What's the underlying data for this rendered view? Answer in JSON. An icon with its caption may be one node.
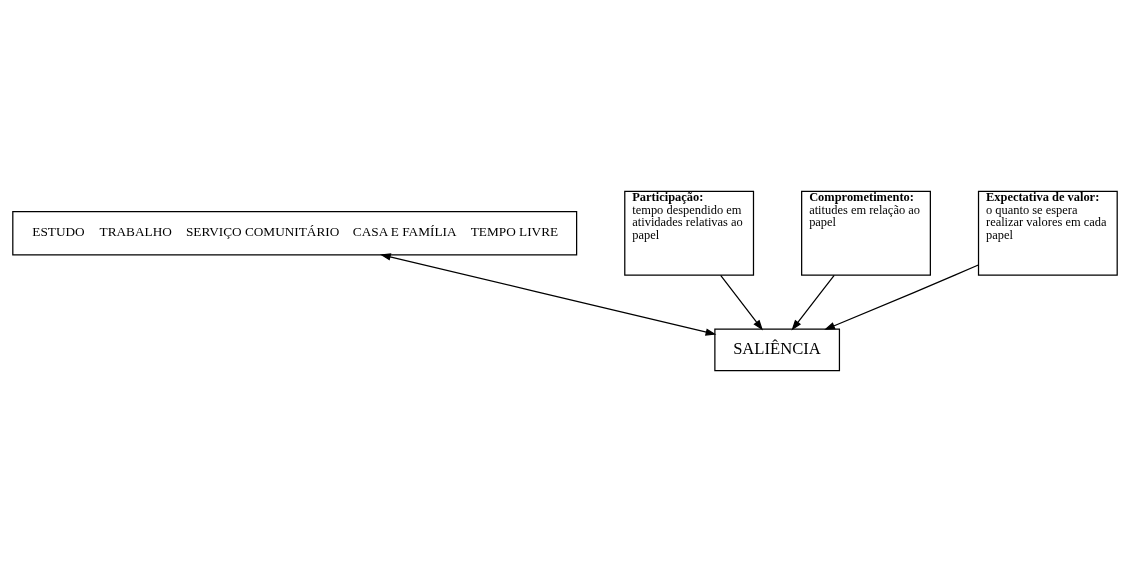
{
  "diagram": {
    "nodes": [
      {
        "text": [
          "ESTUDO",
          "TRABALHO",
          "SERVIÇO COMUNITÁRIO",
          "CASA E FAMÍLIA",
          "TEMPO LIVRE"
        ]
      },
      {
        "text": [
          "SALIÊNCIA"
        ]
      },
      {
        "text": [
          "Participação:",
          "tempo despendido em atividades relativas ao papel"
        ]
      },
      {
        "text": [
          "Comprometimento:",
          "atitudes em relação ao papel"
        ]
      },
      {
        "text": [
          "Expectativa de valor:",
          "o quanto se espera realizar valores em cada papel"
        ]
      }
    ],
    "edges": [
      {
        "from": 0,
        "to": 1,
        "arrow": "both"
      },
      {
        "from": 2,
        "to": 1,
        "arrow": "to"
      },
      {
        "from": 3,
        "to": 1,
        "arrow": "to"
      },
      {
        "from": 4,
        "to": 1,
        "arrow": "to"
      }
    ]
  }
}
